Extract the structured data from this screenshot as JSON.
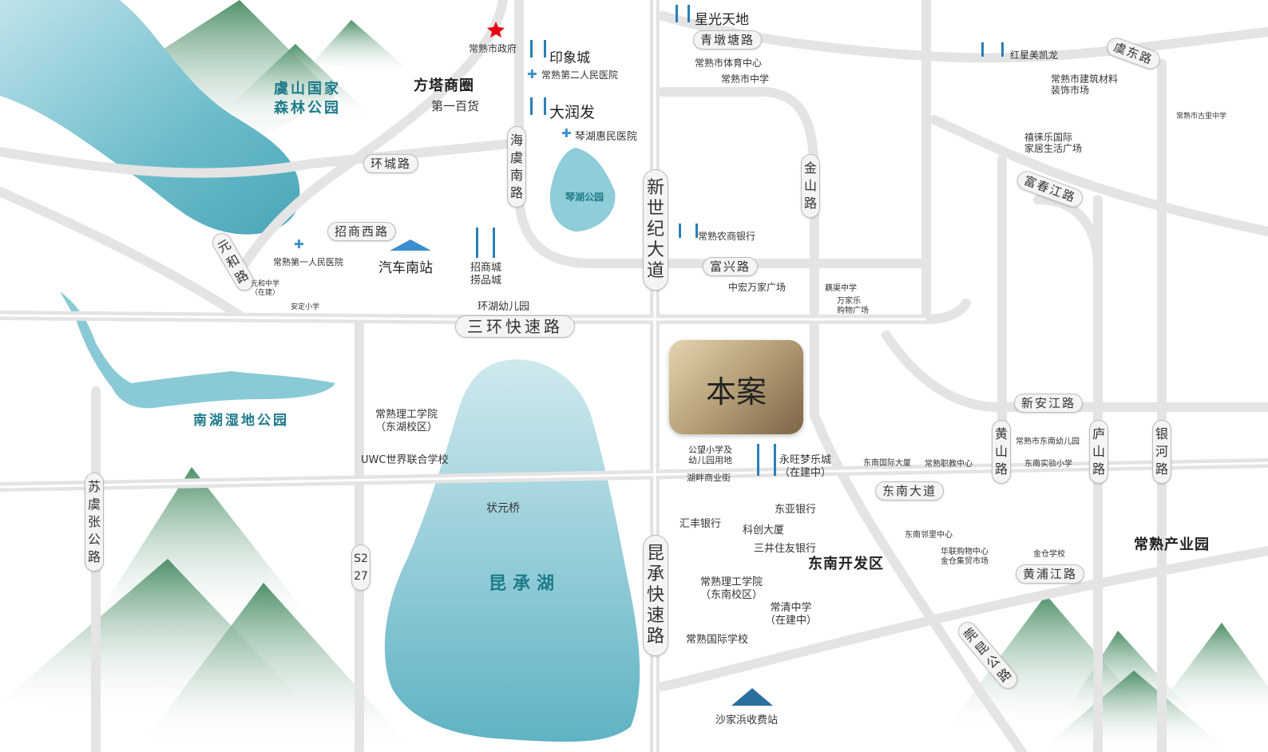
{
  "center": {
    "label": "本案"
  },
  "water": {
    "yushan": "虞山国家\n森林公园",
    "nanhu": "南湖湿地公园",
    "kuncheng": "昆承湖",
    "qinhu": "琴湖公园"
  },
  "areas": {
    "fangta": "方塔商圈",
    "dongnan": "东南开发区",
    "chanye": "常熟产业园"
  },
  "roads": {
    "huancheng": "环城路",
    "zhaoshang_west": "招商西路",
    "yuanhe": "元和路",
    "sanhuan": "三环快速路",
    "haiyu_south": "海虞南路",
    "xinshiji": "新世纪大道",
    "qingdun": "青墩塘路",
    "jinshan": "金山路",
    "fuxing": "富兴路",
    "yudong": "虞东路",
    "fuchunjiang": "富春江路",
    "xinanjiang": "新安江路",
    "huangshan": "黄山路",
    "lushan": "庐山路",
    "yinhe": "银河路",
    "dongnan_ave": "东南大道",
    "huangpujiang": "黄浦江路",
    "kuncheng_exp": "昆承快速路",
    "s227": "S227",
    "suyuzhang": "苏虞张公路",
    "yinkun": "莞昆公路"
  },
  "pois": {
    "gov": "常熟市政府",
    "yinxiang": "印象城",
    "hosp2": "常熟第二人民医院",
    "dept1": "第一百货",
    "darunfa": "大润发",
    "qinhu_hosp": "琴湖惠民医院",
    "xingguang": "星光天地",
    "sports": "常熟市体育中心",
    "middle": "常熟市中学",
    "hongxing": "红星美凯龙",
    "jiancai": "常熟市建筑材料\n装饰市场",
    "guli": "常熟市古里中学",
    "xiyue": "禧徕乐国际\n家居生活广场",
    "nongshang": "常熟农商银行",
    "zhonghong": "中宏万家广场",
    "yiqu": "藕渠中学",
    "wanjiale": "万家乐\n购物广场",
    "hosp1": "常熟第一人民医院",
    "bus": "汽车南站",
    "yuanhe_school": "元和中学\n（在建）",
    "anding": "安定小学",
    "zhaoshangcheng": "招商城\n捞品城",
    "huanhu_kg": "环湖幼儿园",
    "ligong_east": "常熟理工学院\n（东湖校区）",
    "uwc": "UWC世界联合学校",
    "zhuangyuan": "状元桥",
    "gongwang": "公望小学及\n幼儿园用地",
    "hupan": "湖畔商业街",
    "yongwang": "永旺梦乐城\n（在建中）",
    "dongnan_intl": "东南国际大厦",
    "zhijiao": "常熟职教中心",
    "dongnan_kg": "常熟市东南幼儿园",
    "dongnan_sy": "东南实验小学",
    "huifeng": "汇丰银行",
    "dongya": "东亚银行",
    "keji": "科创大厦",
    "sanjing": "三井住友银行",
    "linli": "东南邻里中心",
    "hualian": "华联购物中心\n金仓集贸市场",
    "jincang": "金仓学校",
    "ligong_se": "常熟理工学院\n（东南校区）",
    "changqing": "常清中学\n（在建中）",
    "intl_school": "常熟国际学校",
    "toll": "沙家浜收费站"
  },
  "colors": {
    "water": "#5fb6c6",
    "mountain": "#2f7d4e",
    "road": "#dcdcdc",
    "accent": "#e60012"
  }
}
